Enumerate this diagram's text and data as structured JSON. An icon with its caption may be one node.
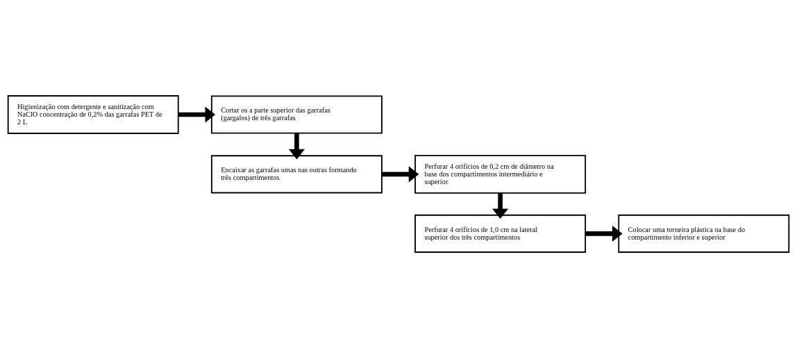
{
  "diagram": {
    "nodes": [
      {
        "text": [
          "Higienização com detergente e sanitização com NaClO concentração de 0,2% das garrafas PET de 2 L"
        ]
      },
      {
        "text": [
          "Cortar os a parte superior das garrafas (gargalos) de três garrafas"
        ]
      },
      {
        "text": [
          "Encaixar as garrafas umas nas outras formando três compartimentos"
        ]
      },
      {
        "text": [
          "Perfurar 4 orifícios de 0,2 cm de diâmetro na base dos compartimentos intermediário e superior"
        ]
      },
      {
        "text": [
          "Perfurar 4 orifícios de 1,0 cm na lateral superior dos três compartimentos"
        ]
      },
      {
        "text": [
          "Colocar uma torneira plástica na base do compartimento inferior e superior"
        ]
      }
    ],
    "edges": [
      {
        "from": 0,
        "to": 1,
        "arrow": "to"
      },
      {
        "from": 1,
        "to": 2,
        "arrow": "to"
      },
      {
        "from": 2,
        "to": 3,
        "arrow": "to"
      },
      {
        "from": 3,
        "to": 4,
        "arrow": "to"
      },
      {
        "from": 4,
        "to": 5,
        "arrow": "to"
      }
    ]
  }
}
